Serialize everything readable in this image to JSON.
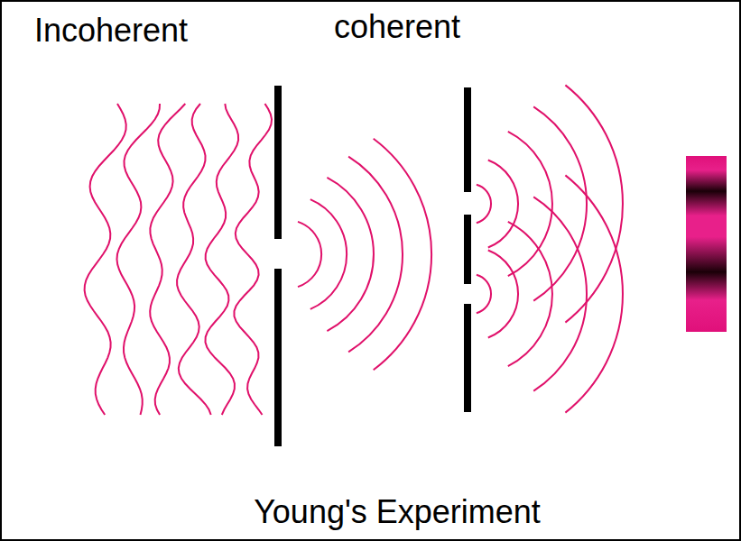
{
  "diagram": {
    "labels": [
      "Incoherent",
      "coherent",
      "Young's Experiment"
    ]
  }
}
